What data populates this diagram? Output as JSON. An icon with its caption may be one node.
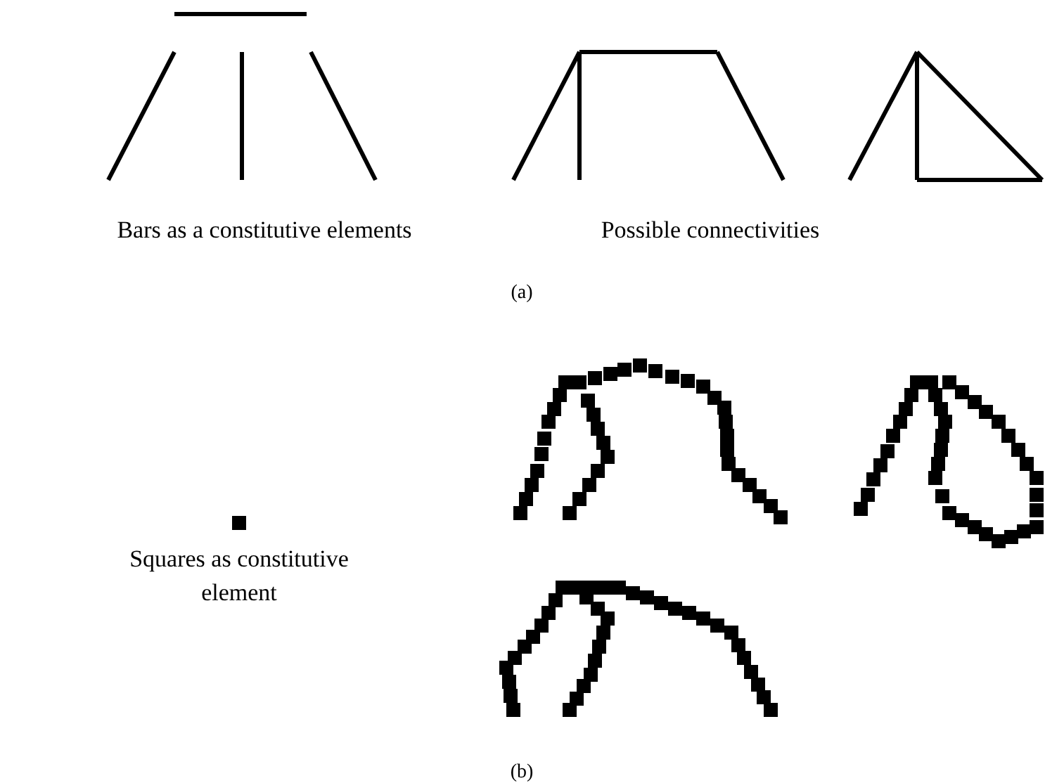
{
  "diagram": {
    "labels": [
      "Bars as a constitutive elements",
      "Possible connectivities",
      "(a)",
      "Squares as constitutive element",
      "(b)"
    ]
  }
}
